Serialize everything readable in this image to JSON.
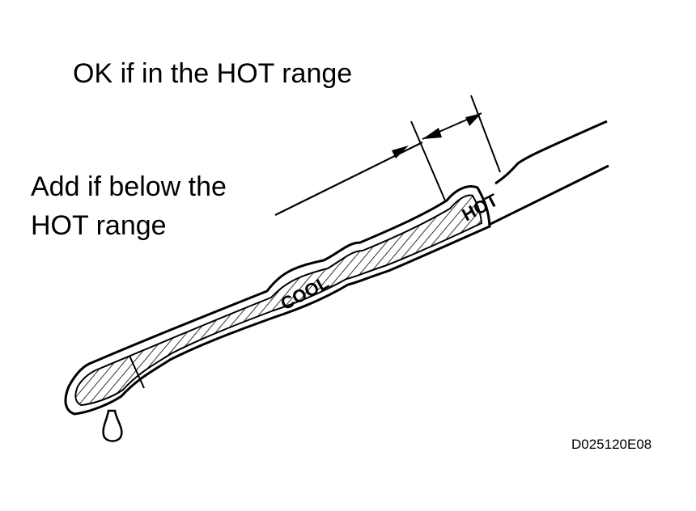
{
  "labels": {
    "ok_text": "OK if in the HOT range",
    "add_line1": "Add if below the",
    "add_line2": "HOT range",
    "cool_mark": "COOL",
    "hot_mark": "HOT",
    "figure_code": "D025120E08"
  }
}
